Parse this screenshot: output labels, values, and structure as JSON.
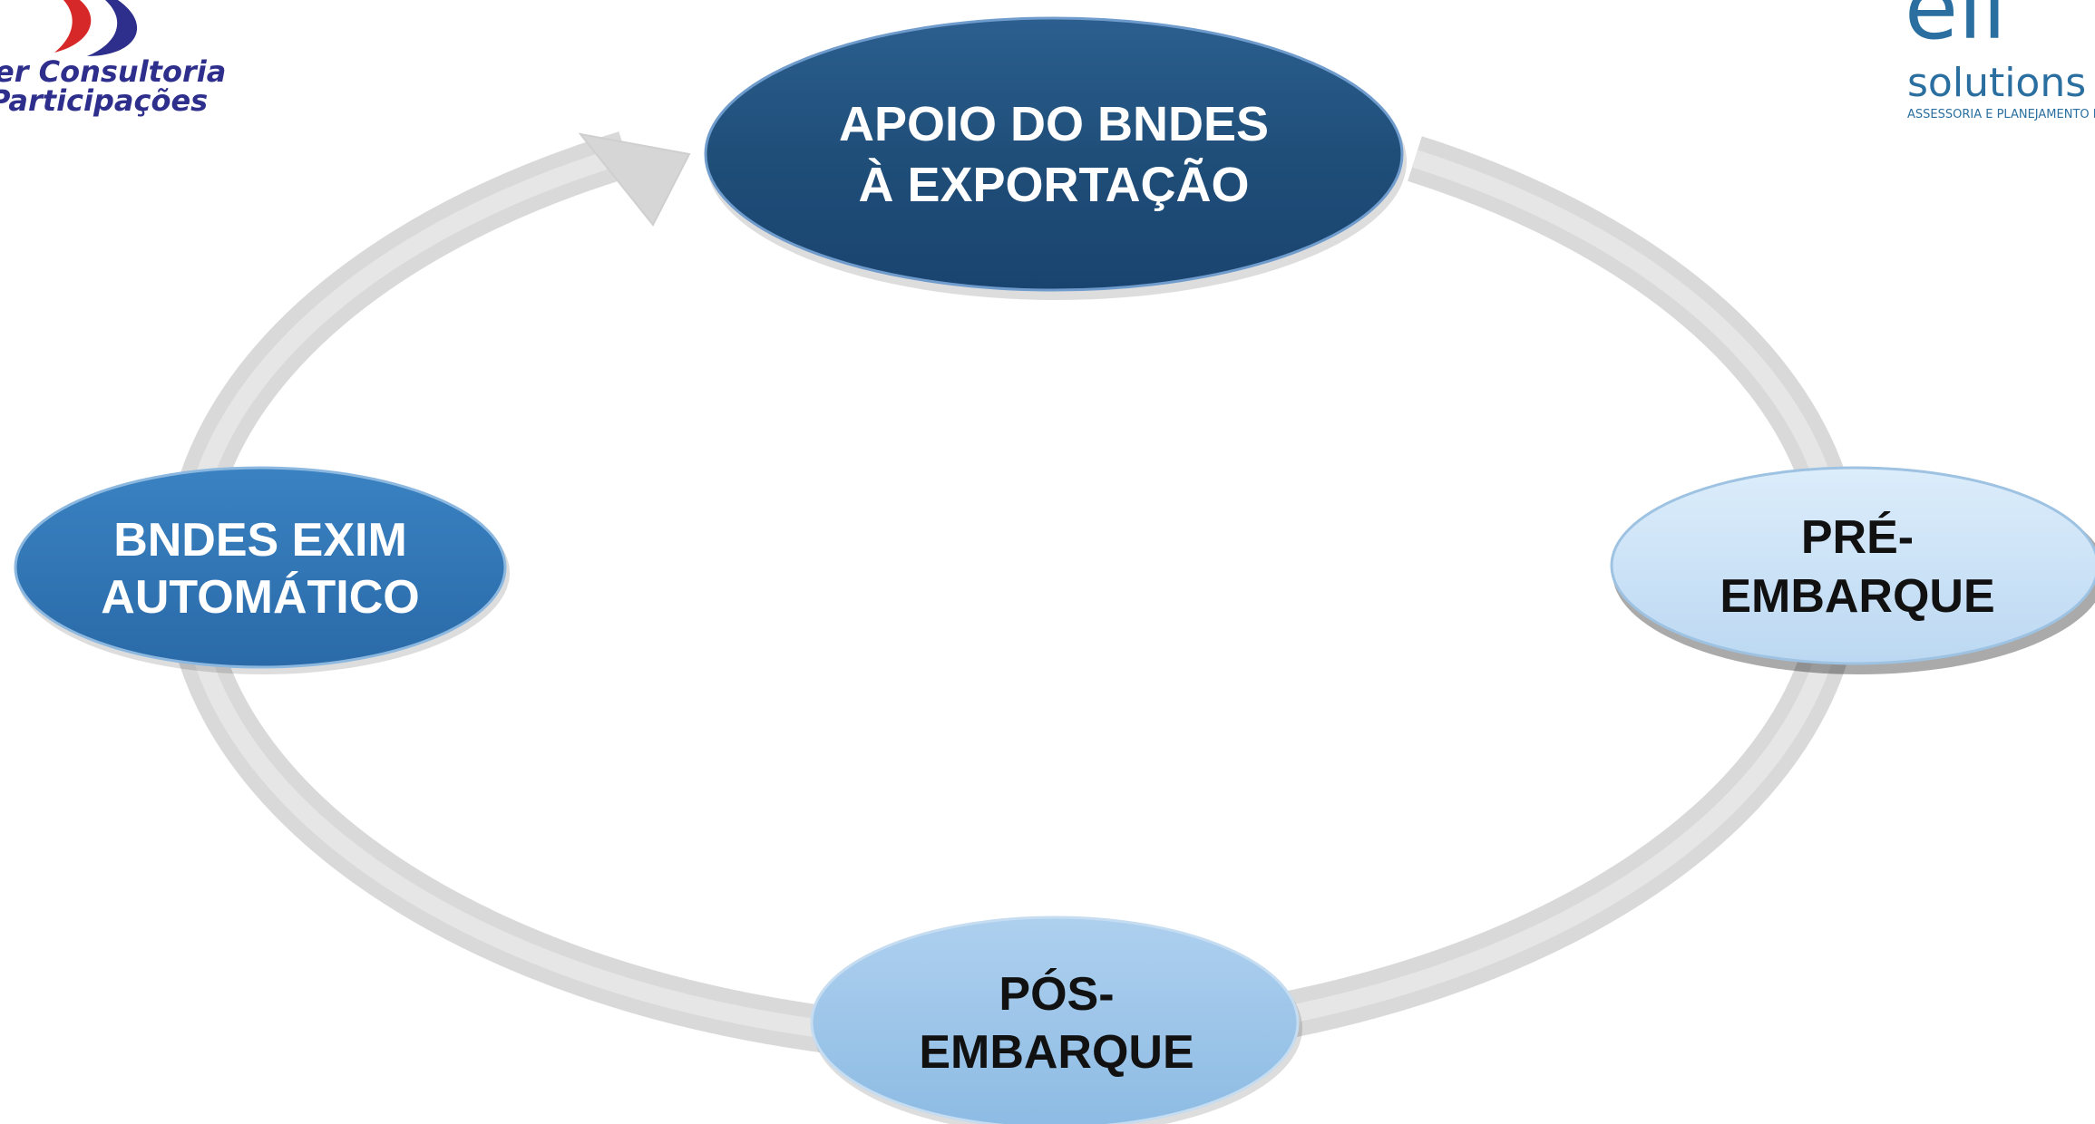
{
  "logos": {
    "left": {
      "line1": "er Consultoria",
      "line2": "Participações",
      "text_color": "#2e2f8c",
      "swoosh_colors": [
        "#d62828",
        "#2e2f8c"
      ]
    },
    "right": {
      "mark": "ell",
      "word": "solutions",
      "tagline": "ASSESSORIA E PLANEJAMENTO LT",
      "color": "#2a6fa0"
    }
  },
  "diagram": {
    "type": "cycle",
    "ring_color": "#d8d8d8",
    "nodes": [
      {
        "id": "apoio",
        "lines": [
          "APOIO DO BNDES",
          "À EXPORTAÇÃO"
        ],
        "fill": "#1f4e79",
        "text_color": "#ffffff"
      },
      {
        "id": "pre",
        "lines": [
          "PRÉ-",
          "EMBARQUE"
        ],
        "fill": "#cfe4f7",
        "text_color": "#111111"
      },
      {
        "id": "pos",
        "lines": [
          "PÓS-",
          "EMBARQUE"
        ],
        "fill": "#9fc5e8",
        "text_color": "#111111"
      },
      {
        "id": "exim",
        "lines": [
          "BNDES EXIM",
          "AUTOMÁTICO"
        ],
        "fill": "#2e75b6",
        "text_color": "#ffffff"
      }
    ]
  }
}
